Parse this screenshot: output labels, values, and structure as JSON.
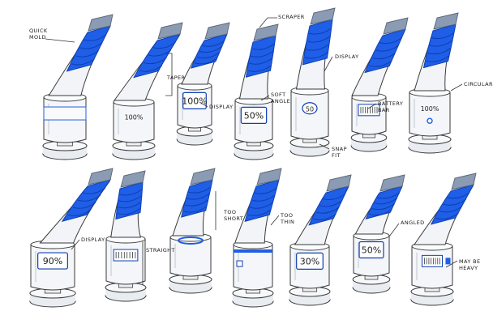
{
  "annotations": {
    "quick_mold": "QUICK\nMOLD",
    "scraper": "SCRAPER",
    "taper": "TAPER",
    "display_1": "DISPLAY",
    "soft_angle": "SOFT\nANGLE",
    "display_2": "DISPLAY",
    "battery_bar": "BATTERY\nBAR",
    "circular": "CIRCULAR",
    "snap_fit": "SNAP\nFIT",
    "display_3": "DISPLAY",
    "straight": "STRAIGHT",
    "too_short": "TOO\nSHORT",
    "too_thin": "TOO\nTHIN",
    "angled": "ANGLED",
    "may_be_heavy": "MAY BE\nHEAVY"
  },
  "display_readouts": {
    "c2": "100%",
    "c3": "100%",
    "c4": "50%",
    "c5": "50",
    "c7": "100%",
    "c8": "90%",
    "c12": "30%",
    "c13": "50%"
  },
  "colors": {
    "sleeve": "#1f5ee6",
    "sleeve_dark": "#0e3fb2",
    "tip": "#8a9bb3",
    "outline": "#3a3a3a",
    "glass": "#f4f6f9",
    "base": "#e9ecf0"
  }
}
